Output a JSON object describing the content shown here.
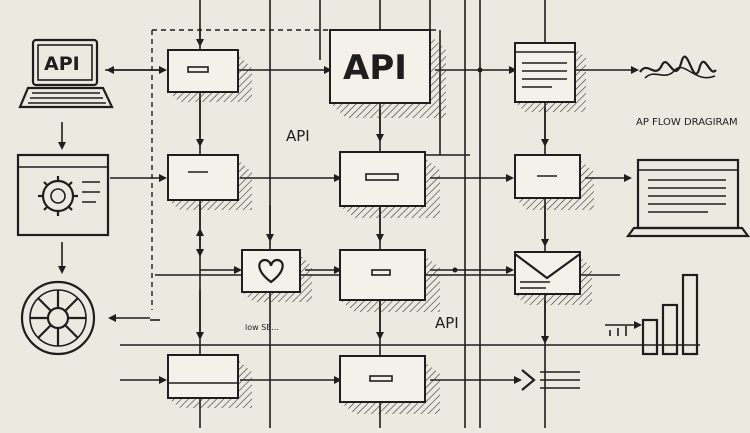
{
  "labels": {
    "laptop_api": "API",
    "center_api": "API",
    "mid_api": "API",
    "lower_api": "API",
    "flow_title": "AP FLOW DRAGIRAM",
    "small_caption": "low SE..."
  },
  "colors": {
    "ink": "#1e1e1e",
    "paper": "#ece9e1",
    "box_fill": "#f3f1ea"
  },
  "icons": [
    "laptop-icon",
    "gear-window-icon",
    "wheel-icon",
    "heart-icon",
    "document-window-icon",
    "waveform-icon",
    "laptop-text-icon",
    "mail-icon",
    "bar-chart-icon",
    "chevron-right-icon"
  ]
}
